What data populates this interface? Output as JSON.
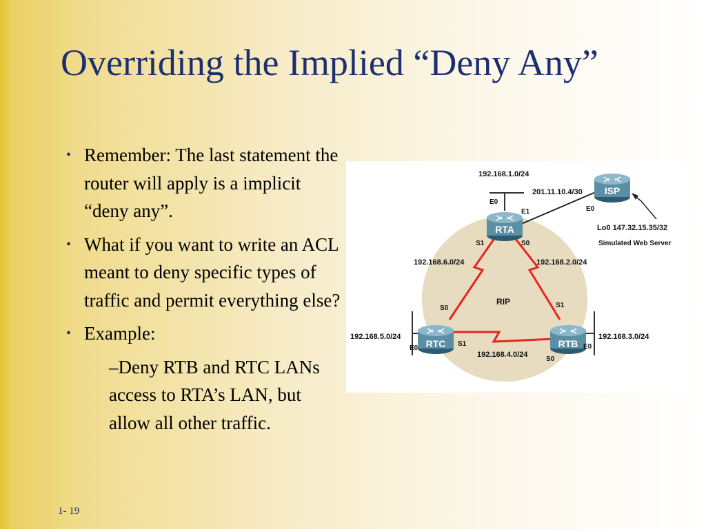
{
  "slide": {
    "title": "Overriding the Implied “Deny Any”",
    "bullets": [
      "Remember: The last statement the router will apply is a implicit “deny any”.",
      "What if you want to write an ACL meant to deny specific types of traffic and permit everything else?",
      "Example:"
    ],
    "sub_bullet": "–Deny RTB and RTC LANs access to RTA’s LAN, but allow all other traffic.",
    "bullet_marker": "•",
    "slide_number": "1- 19"
  },
  "diagram": {
    "routers": {
      "rta": "RTA",
      "rtb": "RTB",
      "rtc": "RTC",
      "isp": "ISP"
    },
    "protocol": "RIP",
    "networks": {
      "rta_lan": "192.168.1.0/24",
      "rta_isp": "201.11.10.4/30",
      "rta_rtc": "192.168.6.0/24",
      "rta_rtb": "192.168.2.0/24",
      "rtc_lan": "192.168.5.0/24",
      "rtb_lan": "192.168.3.0/24",
      "rtb_rtc": "192.168.4.0/24"
    },
    "interfaces": {
      "rta_e0": "E0",
      "rta_e1": "E1",
      "rta_s1": "S1",
      "rta_s0": "S0",
      "isp_e0": "E0",
      "rtc_s0": "S0",
      "rtc_s1": "S1",
      "rtc_e0": "E0",
      "rtb_s1": "S1",
      "rtb_s0": "S0",
      "rtb_e0": "E0"
    },
    "loopback": "Lo0 147.32.15.35/32",
    "server_label": "Simulated Web Server",
    "colors": {
      "serial_link": "#e8241c",
      "router": "#5a8fa6",
      "cloud": "#e7dcc0"
    }
  }
}
